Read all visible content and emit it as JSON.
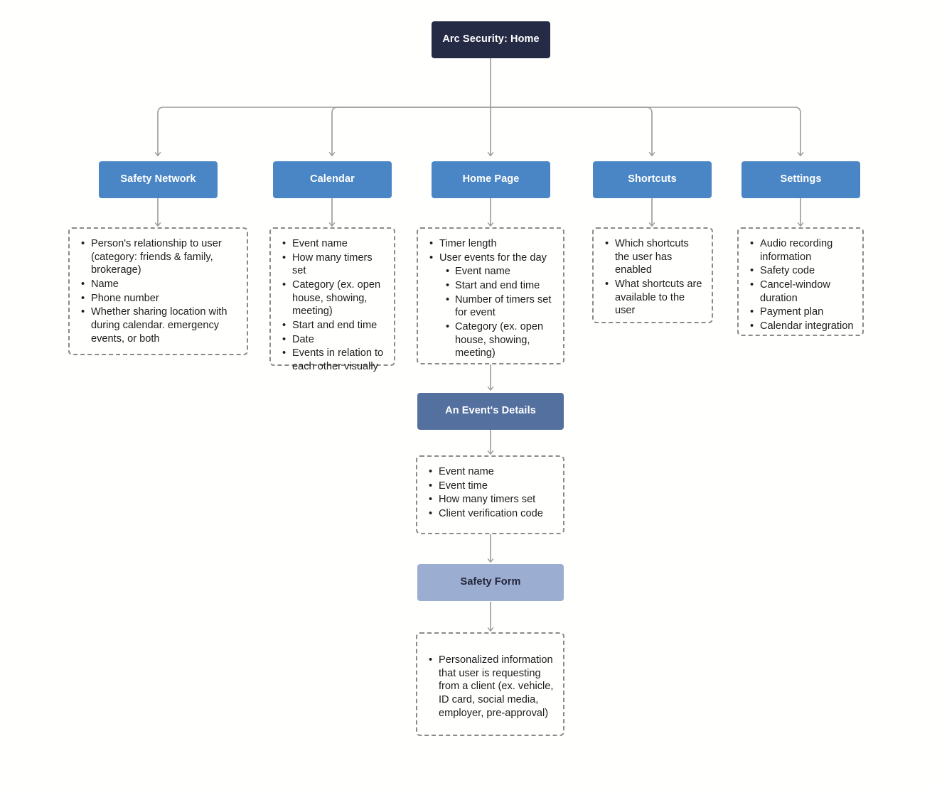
{
  "diagram": {
    "title": "Arc Security: Home",
    "type": "site-map-flowchart",
    "colors": {
      "root_node": "#262b45",
      "level2_node": "#4a86c5",
      "detail_node": "#53709f",
      "form_node": "#9badd0",
      "connector": "#9a9a9a",
      "dashed_border": "#8a8a8a",
      "background": "#fffffd"
    },
    "root": {
      "label": "Arc Security: Home"
    },
    "branches": [
      {
        "key": "safety_network",
        "label": "Safety Network",
        "items": [
          {
            "text": "Person's relationship to user (category: friends & family, brokerage)"
          },
          {
            "text": "Name"
          },
          {
            "text": "Phone number"
          },
          {
            "text": "Whether sharing location with during calendar.  emergency events, or both"
          }
        ]
      },
      {
        "key": "calendar",
        "label": "Calendar",
        "items": [
          {
            "text": "Event name"
          },
          {
            "text": "How many timers set"
          },
          {
            "text": "Category (ex. open house, showing, meeting)"
          },
          {
            "text": "Start and end time"
          },
          {
            "text": "Date"
          },
          {
            "text": "Events in relation to each other visually"
          }
        ]
      },
      {
        "key": "home_page",
        "label": "Home Page",
        "items": [
          {
            "text": "Timer length"
          },
          {
            "text": "User events for the day",
            "children": [
              {
                "text": "Event name"
              },
              {
                "text": "Start and end time"
              },
              {
                "text": "Number of timers set for event"
              },
              {
                "text": "Category (ex. open house, showing, meeting)"
              }
            ]
          }
        ]
      },
      {
        "key": "shortcuts",
        "label": "Shortcuts",
        "items": [
          {
            "text": "Which shortcuts the user has enabled"
          },
          {
            "text": "What shortcuts are available to the user"
          }
        ]
      },
      {
        "key": "settings",
        "label": "Settings",
        "items": [
          {
            "text": "Audio recording information"
          },
          {
            "text": "Safety code"
          },
          {
            "text": "Cancel-window duration"
          },
          {
            "text": "Payment plan"
          },
          {
            "text": "Calendar integration"
          }
        ]
      }
    ],
    "sub_flow": [
      {
        "key": "event_details",
        "label": "An Event's Details",
        "items": [
          {
            "text": "Event name"
          },
          {
            "text": "Event time"
          },
          {
            "text": "How many timers set"
          },
          {
            "text": "Client verification code"
          }
        ]
      },
      {
        "key": "safety_form",
        "label": "Safety Form",
        "items": [
          {
            "text": "Personalized information that user is requesting from a client (ex. vehicle, ID card, social media, employer, pre-approval)"
          }
        ]
      }
    ]
  }
}
